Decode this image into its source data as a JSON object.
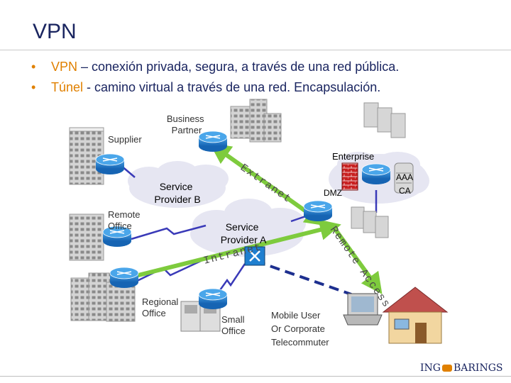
{
  "title": "VPN",
  "bullets": [
    {
      "term": "VPN",
      "text": " – conexión privada, segura, a través de una red pública."
    },
    {
      "term": "Túnel",
      "text": " -  camino virtual a través de una red. Encapsulación."
    }
  ],
  "labels": {
    "business_partner": "Business Partner",
    "supplier": "Supplier",
    "enterprise": "Enterprise",
    "service_provider_b": "Service Provider B",
    "dmz": "DMZ",
    "aaa": "AAA",
    "ca": "CA",
    "remote_office": "Remote Office",
    "service_provider_a": "Service Provider A",
    "regional_office": "Regional Office",
    "small_office": "Small Office",
    "mobile_user": "Mobile User Or Corporate Telecommuter"
  },
  "tunnels": {
    "extranet": "Extranet",
    "intranet": "Intranet",
    "remote_access": "Remote Access"
  },
  "logo": {
    "left": "ING",
    "right": "BARINGS"
  },
  "colors": {
    "accent": "#e08000",
    "title": "#1a2560",
    "cloud": "#e6e6f2",
    "tunnel": "#7ecb3d",
    "router": "#1f7fd0",
    "link_solid": "#3a3ab8",
    "link_dashed": "#1d2f8f"
  }
}
